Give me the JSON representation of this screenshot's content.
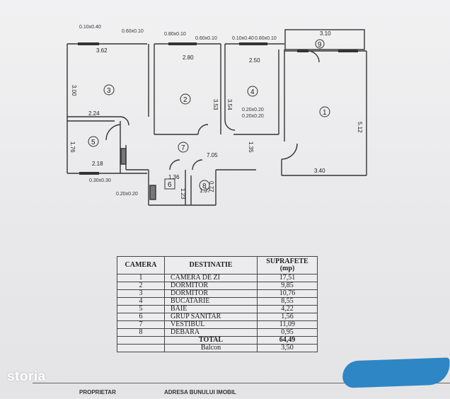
{
  "plan": {
    "rooms": [
      {
        "id": "3",
        "label": "3"
      },
      {
        "id": "2",
        "label": "2"
      },
      {
        "id": "4",
        "label": "4"
      },
      {
        "id": "1",
        "label": "1"
      },
      {
        "id": "5",
        "label": "5"
      },
      {
        "id": "6",
        "label": "6"
      },
      {
        "id": "7",
        "label": "7"
      },
      {
        "id": "8",
        "label": "8"
      },
      {
        "id": "9",
        "label": "9"
      }
    ],
    "dimensions": {
      "room3_width": "3.62",
      "room3_height": "3.00",
      "room2_width": "2.80",
      "room2_height": "3.53",
      "room4_width": "2.50",
      "room4_height": "3.54",
      "room1_width": "3.40",
      "room1_height": "5.12",
      "room5_height": "1.76",
      "room5_width": "2.18",
      "hall_width": "7.05",
      "hall_height": "1.35",
      "balcony_width": "3.10",
      "wc6_width": "1.36",
      "wc6_height": "1.23",
      "deb8_width": "1.37",
      "deb8_height": "0.77",
      "corr_width": "2.24"
    },
    "window_labels": {
      "w1": "0.10x0.40",
      "w2": "0.60x0.10",
      "w3": "0.80x0.10",
      "w4": "0.60x0.10",
      "w5": "0.10x0.40",
      "w6": "0.60x0.10",
      "w7": "0.20x0.20",
      "w8": "0.20x0.20",
      "w9": "0.30x0.30",
      "w10": "0.20x0.20"
    }
  },
  "table": {
    "headers": {
      "camera": "CAMERA",
      "destinatie": "DESTINATIE",
      "suprafete": "SUPRAFETE",
      "unit": "(mp)"
    },
    "rows": [
      {
        "num": "1",
        "dest": "CAMERA DE ZI",
        "area": "17,51"
      },
      {
        "num": "2",
        "dest": "DORMITOR",
        "area": "9,85"
      },
      {
        "num": "3",
        "dest": "DORMITOR",
        "area": "10,76"
      },
      {
        "num": "4",
        "dest": "BUCATARIE",
        "area": "8,55"
      },
      {
        "num": "5",
        "dest": "BAIE",
        "area": "4,22"
      },
      {
        "num": "6",
        "dest": "GRUP SANITAR",
        "area": "1,56"
      },
      {
        "num": "7",
        "dest": "VESTIBUL",
        "area": "11,09"
      },
      {
        "num": "8",
        "dest": "DEBARA",
        "area": "0,95"
      }
    ],
    "total_label": "TOTAL",
    "total_value": "64,49",
    "balcony_label": "Balcon",
    "balcony_value": "3,50"
  },
  "footer": {
    "owner_label": "PROPRIETAR",
    "address_label": "ADRESA BUNULUI IMOBIL"
  },
  "brand": {
    "logo": "storia",
    "redaction_color": "#2f86c4"
  }
}
